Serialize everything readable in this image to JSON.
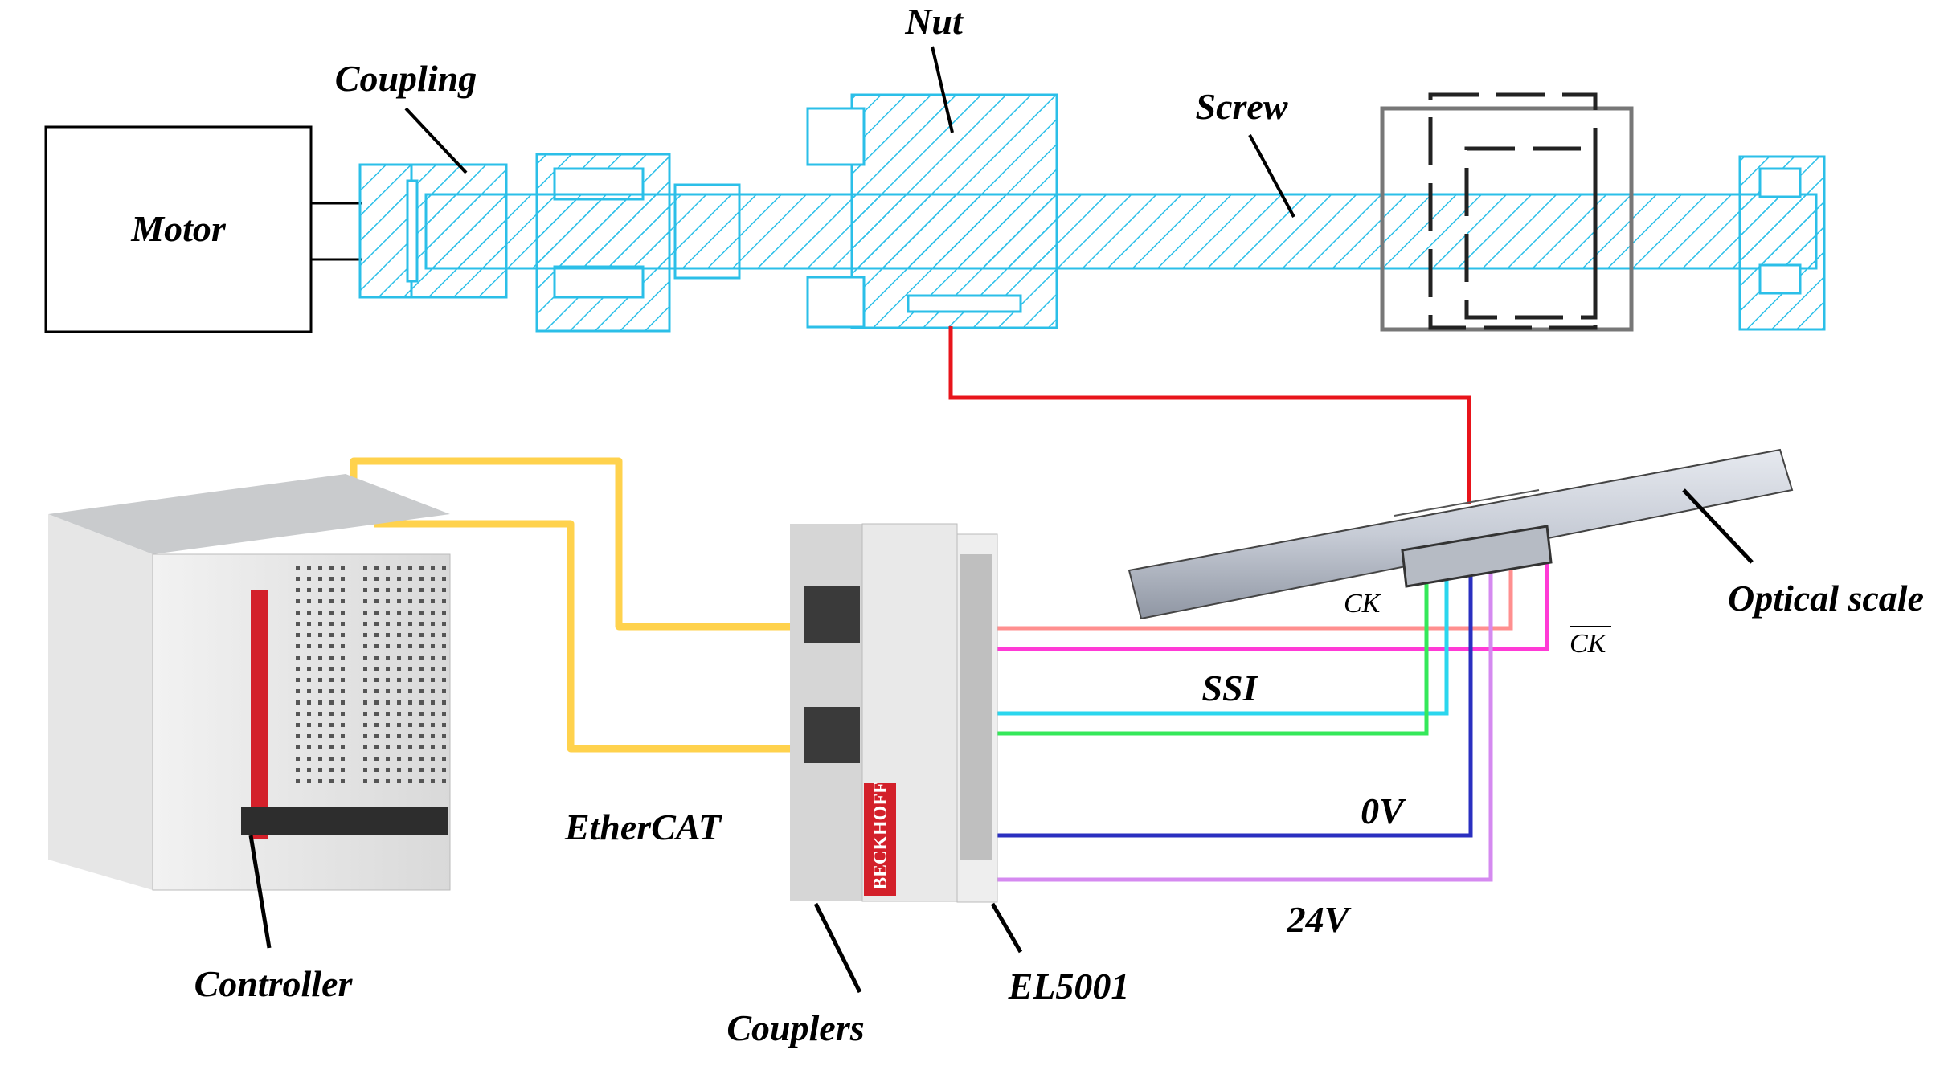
{
  "labels": {
    "motor": "Motor",
    "coupling": "Coupling",
    "nut": "Nut",
    "screw": "Screw",
    "optical_scale": "Optical scale",
    "ck": "CK",
    "ck_bar": "CK",
    "ssi": "SSI",
    "zero_v": "0V",
    "twenty_four_v": "24V",
    "ethercat": "EtherCAT",
    "controller": "Controller",
    "couplers": "Couplers",
    "el5001": "EL5001",
    "beckhoff": "BECKHOFF"
  },
  "colors": {
    "mechanism": "#2bbfe8",
    "ethercat_cable": "#ffd24d",
    "encoder_link": "#e8141b",
    "ck": "#ff8f8f",
    "ck_bar": "#ff3ad6",
    "ssi_data_a": "#2ad6ee",
    "ssi_data_b": "#35e85a",
    "zero_v": "#2a2fc0",
    "twenty_four_v": "#d58af0"
  }
}
